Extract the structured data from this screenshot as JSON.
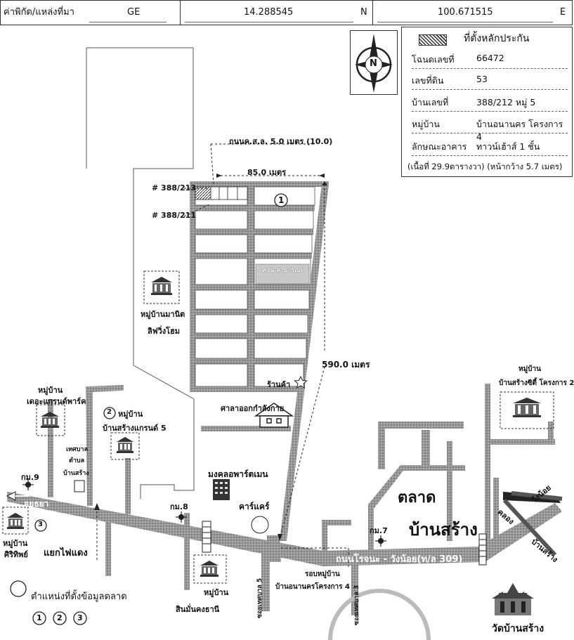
{
  "header": {
    "source_label": "ค่าพิกัด/แหล่งที่มา",
    "source_value": "GE",
    "lat": "14.288545",
    "lat_dir": "N",
    "lon": "100.671515",
    "lon_dir": "E"
  },
  "info": {
    "legend_label": "ที่ตั้งหลักประกัน",
    "rows": [
      {
        "k": "โฉนดเลขที่",
        "v": "66472"
      },
      {
        "k": "เลขที่ดิน",
        "v": "53"
      },
      {
        "k": "บ้านเลขที่",
        "v": "388/212 หมู่ 5"
      },
      {
        "k": "หมู่บ้าน",
        "v": "บ้านอนานคร โครงการ 4"
      },
      {
        "k": "ลักษณะอาคาร",
        "v": "ทาวน์เฮ้าส์ 1 ชั้น"
      }
    ],
    "area_note": "(เนื้อที่ 29.9ตารางวา) (หน้ากว้าง 5.7 เมตร)"
  },
  "compass": {
    "letter": "N"
  },
  "labels": {
    "road_width": "ถนนค.ส.ล. 5.0 เมตร (10.0)",
    "dist_85": "85.0 เมตร",
    "house_213": "# 388/213",
    "house_211": "# 388/211",
    "num1": "1",
    "num2": "2",
    "num3": "3",
    "park": "สวน สาธารณะ",
    "shop": "ร้านค้า",
    "dist_590": "590.0 เมตร",
    "sala": "ศาลาออกกำลังกาย",
    "village_manit_1": "หมู่บ้านมานิต",
    "village_manit_2": "ลิฟวิ่งโฮม",
    "village_theta_1": "หมู่บ้าน",
    "village_theta_2": "เดอะแกรนด์พาร์ค",
    "village_sang5_1": "หมู่บ้าน",
    "village_sang5_2": "บ้านสร้างแกรนด์ 5",
    "tessaban_1": "เทศบาล",
    "tessaban_2": "ตำบล",
    "tessaban_3": "บ้านสร้าง",
    "km9": "กม.9",
    "km8": "กม.8",
    "km7": "กม.7",
    "ayutthaya": "อยุธยา",
    "village_siri_1": "หมู่บ้าน",
    "village_siri_2": "ศิริทิพย์",
    "traffic": "แยกไฟแดง",
    "mongkol": "มงคลอพาร์ตเมน",
    "carcare": "คาร์แคร์",
    "market_1": "ตลาด",
    "market_2": "บ้านสร้าง",
    "main_road": "ถนนโรจนะ - วังน้อย(ท/ล 309)",
    "soi5": "ซอยเทศบาล 5",
    "soi3": "ซอยเทศบาล 3",
    "rob_1": "รอบหมู่บ้าน",
    "rob_2": "บ้านอนานครโครงการ 4",
    "village_sin_1": "หมู่บ้าน",
    "village_sin_2": "สินมั่นคงธานี",
    "village_sangsiri_1": "หมู่บ้าน",
    "village_sangsiri_2": "บ้านสร้างซิตี้ โครงการ 2",
    "canal_1": "คลอง",
    "canal_2": "วังน้อย",
    "canal_3": "บ้านสร้าง",
    "temple": "วัดบ้านสร้าง",
    "legend_market": "ตำแหน่งที่ตั้งข้อมูลตลาด",
    "legend_n1": "1",
    "legend_n2": "2",
    "legend_n3": "3"
  }
}
